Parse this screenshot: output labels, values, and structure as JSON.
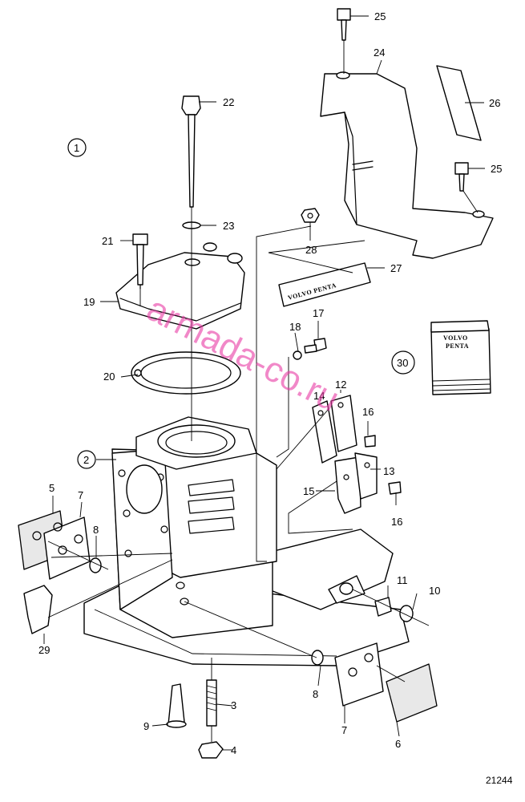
{
  "callouts": {
    "c1": "1",
    "c2": "2",
    "c3": "3",
    "c4": "4",
    "c5": "5",
    "c6": "6",
    "c7a": "7",
    "c7b": "7",
    "c8a": "8",
    "c8b": "8",
    "c9": "9",
    "c10": "10",
    "c11": "11",
    "c12": "12",
    "c13": "13",
    "c14": "14",
    "c15": "15",
    "c16a": "16",
    "c16b": "16",
    "c17": "17",
    "c18": "18",
    "c19": "19",
    "c20": "20",
    "c21": "21",
    "c22": "22",
    "c23": "23",
    "c24": "24",
    "c25a": "25",
    "c25b": "25",
    "c26": "26",
    "c27": "27",
    "c28": "28",
    "c29": "29",
    "c30": "30"
  },
  "decal_text": "VOLVO PENTA",
  "booklet_brand_line1": "VOLVO",
  "booklet_brand_line2": "PENTA",
  "watermark": "armada-co.ru",
  "drawing_ref": "21244",
  "colors": {
    "line": "#000000",
    "watermark": "#e83aa5",
    "background": "#ffffff"
  }
}
